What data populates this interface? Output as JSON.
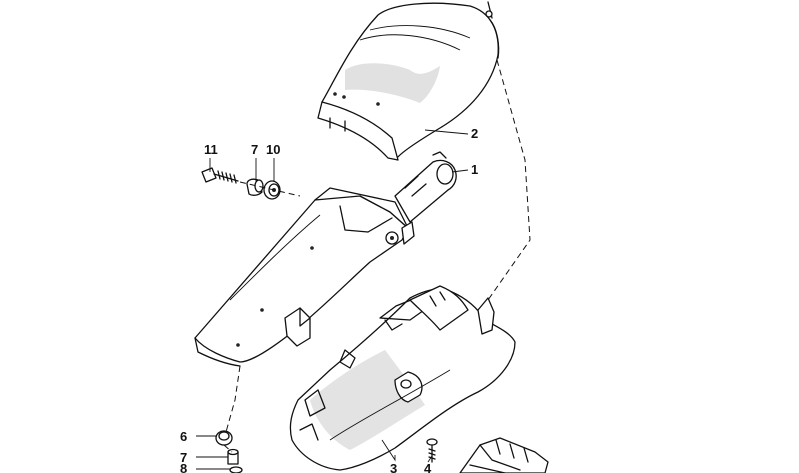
{
  "diagram": {
    "parts": [
      {
        "id": "part-1",
        "number": "1"
      },
      {
        "id": "part-2",
        "number": "2"
      },
      {
        "id": "part-3",
        "number": "3"
      },
      {
        "id": "part-4",
        "number": "4"
      },
      {
        "id": "part-6",
        "number": "6"
      },
      {
        "id": "part-7-top",
        "number": "7"
      },
      {
        "id": "part-7-bottom",
        "number": "7"
      },
      {
        "id": "part-8",
        "number": "8"
      },
      {
        "id": "part-10",
        "number": "10"
      },
      {
        "id": "part-11",
        "number": "11"
      }
    ]
  }
}
